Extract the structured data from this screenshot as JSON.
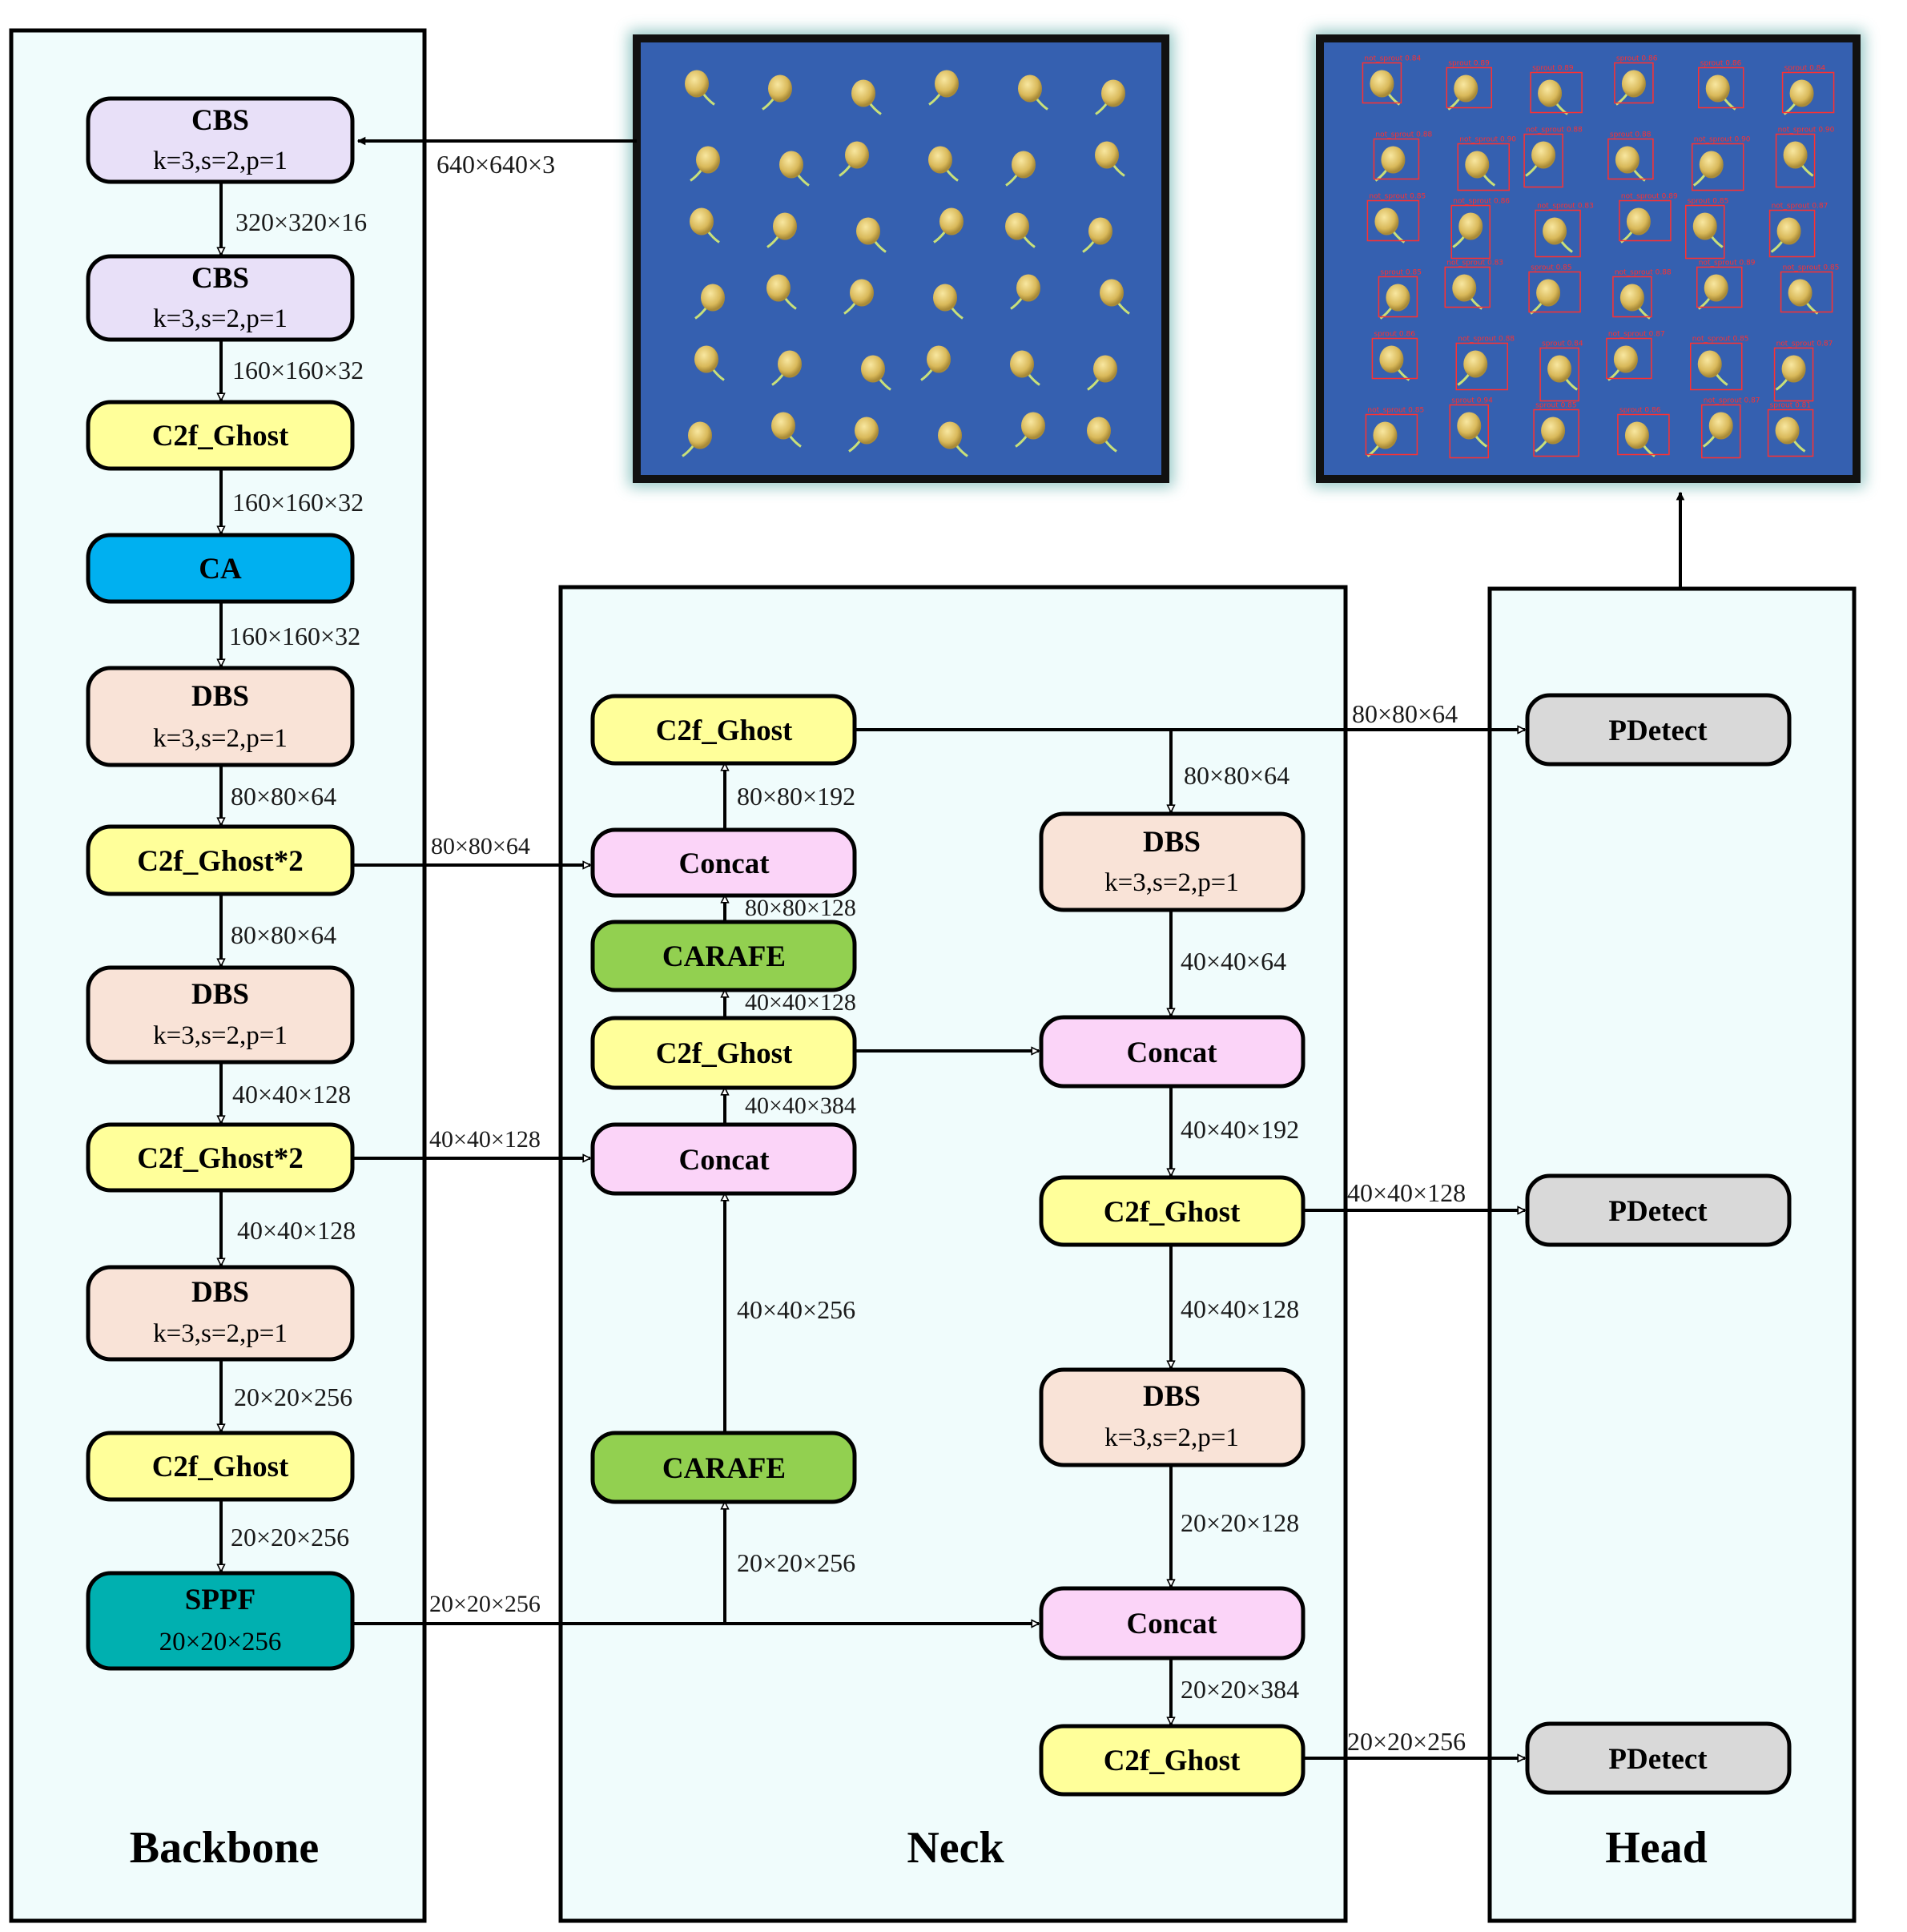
{
  "panels": {
    "backbone": "Backbone",
    "neck": "Neck",
    "head": "Head"
  },
  "nodes": {
    "b_cbs1": {
      "title": "CBS",
      "sub": "k=3,s=2,p=1"
    },
    "b_cbs2": {
      "title": "CBS",
      "sub": "k=3,s=2,p=1"
    },
    "b_c2f1": {
      "title": "C2f_Ghost"
    },
    "b_ca": {
      "title": "CA"
    },
    "b_dbs1": {
      "title": "DBS",
      "sub": "k=3,s=2,p=1"
    },
    "b_c2f2": {
      "title": "C2f_Ghost*2"
    },
    "b_dbs2": {
      "title": "DBS",
      "sub": "k=3,s=2,p=1"
    },
    "b_c2f3": {
      "title": "C2f_Ghost*2"
    },
    "b_dbs3": {
      "title": "DBS",
      "sub": "k=3,s=2,p=1"
    },
    "b_c2f4": {
      "title": "C2f_Ghost"
    },
    "b_sppf": {
      "title": "SPPF",
      "sub": "20×20×256"
    },
    "n_c2f_top": {
      "title": "C2f_Ghost"
    },
    "n_concat_top": {
      "title": "Concat"
    },
    "n_carafe_top": {
      "title": "CARAFE"
    },
    "n_c2f_mid": {
      "title": "C2f_Ghost"
    },
    "n_concat_mid": {
      "title": "Concat"
    },
    "n_carafe_low": {
      "title": "CARAFE"
    },
    "r_dbs1": {
      "title": "DBS",
      "sub": "k=3,s=2,p=1"
    },
    "r_concat1": {
      "title": "Concat"
    },
    "r_c2f1": {
      "title": "C2f_Ghost"
    },
    "r_dbs2": {
      "title": "DBS",
      "sub": "k=3,s=2,p=1"
    },
    "r_concat2": {
      "title": "Concat"
    },
    "r_c2f2": {
      "title": "C2f_Ghost"
    },
    "h_pdetect1": {
      "title": "PDetect"
    },
    "h_pdetect2": {
      "title": "PDetect"
    },
    "h_pdetect3": {
      "title": "PDetect"
    }
  },
  "dims": {
    "input": "640×640×3",
    "b1": "320×320×16",
    "b2": "160×160×32",
    "b3": "160×160×32",
    "b4": "160×160×32",
    "b5": "80×80×64",
    "b6": "80×80×64",
    "b7": "40×40×128",
    "b8": "40×40×128",
    "b9": "20×20×256",
    "b10": "20×20×256",
    "to_concat_top": "80×80×64",
    "to_concat_mid": "40×40×128",
    "sppf_out": "20×20×256",
    "sppf_up": "20×20×256",
    "carafe_up": "40×40×256",
    "concat_mid_up": "40×40×384",
    "c2f_mid_up": "40×40×128",
    "carafe_top_up": "80×80×128",
    "concat_top_up": "80×80×192",
    "to_head1": "80×80×64",
    "r_down1": "80×80×64",
    "r_down2": "40×40×64",
    "r_down3": "40×40×192",
    "to_head2": "40×40×128",
    "r_down4": "40×40×128",
    "r_down5": "20×20×128",
    "r_down6": "20×20×384",
    "to_head3": "20×20×256"
  },
  "colors": {
    "panel_fill": "#f0fcfc",
    "cbs": "#e8e0f8",
    "c2f": "#ffff9a",
    "ca": "#00b0f0",
    "dbs": "#f9e3d7",
    "sppf": "#00b0b0",
    "concat": "#fbd4f8",
    "carafe": "#92d050",
    "pdetect": "#d9d9d9",
    "image_bg": "#3560b0",
    "detect_box": "#ff3030"
  },
  "detections": [
    "not_sprout 0.84",
    "sprout 0.89",
    "sprout 0.89",
    "sprout 0.86",
    "sprout 0.86",
    "sprout 0.84",
    "not_sprout 0.88",
    "not_sprout 0.90",
    "not_sprout 0.88",
    "sprout 0.88",
    "not_sprout 0.90",
    "not_sprout 0.90",
    "not_sprout 0.85",
    "not_sprout 0.86",
    "not_sprout 0.83",
    "not_sprout 0.89",
    "sprout 0.85",
    "not_sprout 0.87",
    "sprout 0.85",
    "not_sprout 0.83",
    "sprout 0.85",
    "not_sprout 0.88",
    "not_sprout 0.89",
    "not_sprout 0.85",
    "sprout 0.86",
    "not_sprout 0.88",
    "sprout 0.84",
    "not_sprout 0.87",
    "not_sprout 0.85",
    "not_sprout 0.87",
    "not_sprout 0.85",
    "sprout 0.94",
    "sprout 0.85",
    "sprout 0.86",
    "not_sprout 0.87",
    "sprout 0.81"
  ]
}
